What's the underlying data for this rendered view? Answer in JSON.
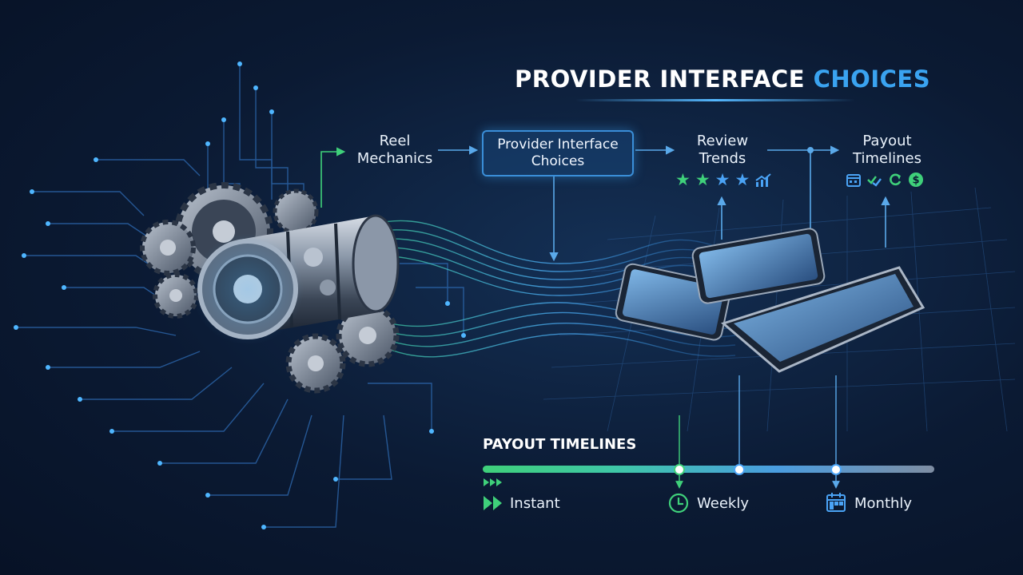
{
  "title": {
    "main": "PROVIDER INTERFACE",
    "accent": "CHOICES"
  },
  "nodes": {
    "reel_mechanics": "Reel\nMechanics",
    "provider_interface": "Provider Interface\nChoices",
    "review_trends": "Review\nTrends",
    "payout_timelines": "Payout\nTimelines"
  },
  "icons": {
    "review": [
      "star-icon",
      "star-icon",
      "star-icon",
      "star-icon",
      "trend-chart-icon"
    ],
    "payout": [
      "calendar-icon",
      "check-trend-icon",
      "refresh-icon",
      "dollar-icon"
    ]
  },
  "timeline": {
    "heading": "PAYOUT TIMELINES",
    "stages": [
      {
        "label": "Instant",
        "icon": "fast-forward-icon",
        "color": "#3fd07a"
      },
      {
        "label": "Weekly",
        "icon": "clock-icon",
        "color": "#3fd07a"
      },
      {
        "label": "Monthly",
        "icon": "calendar-icon",
        "color": "#4aa3f5"
      }
    ]
  },
  "colors": {
    "background": "#0b1a33",
    "accent_blue": "#3aa3f0",
    "accent_green": "#3fd07a",
    "circuit": "#2e6bb3"
  }
}
